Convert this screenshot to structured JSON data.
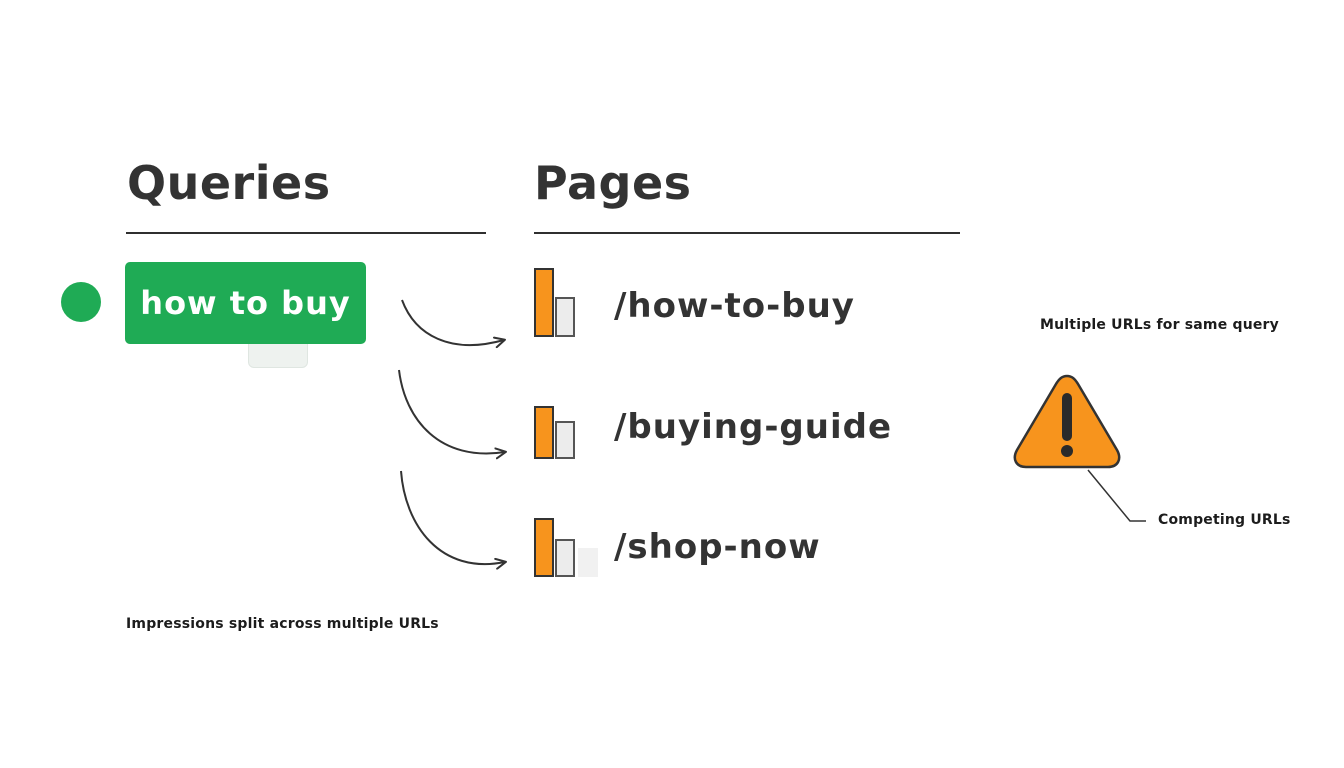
{
  "colors": {
    "accent": "#1fab55",
    "warning": "#f7941d",
    "ink": "#333333"
  },
  "headings": {
    "queries": "Queries",
    "pages": "Pages"
  },
  "query": {
    "label": "how to buy"
  },
  "pages": [
    {
      "url": "/how-to-buy"
    },
    {
      "url": "/buying-guide"
    },
    {
      "url": "/shop-now"
    }
  ],
  "notes": {
    "split": "Impressions split across multiple URLs",
    "multiple": "Multiple URLs for same query",
    "competing": "Competing URLs"
  },
  "icons": {
    "warning": "warning-triangle-icon",
    "status": "status-dot-icon",
    "bars": "bar-chart-icon",
    "arrow": "curved-arrow-icon"
  }
}
